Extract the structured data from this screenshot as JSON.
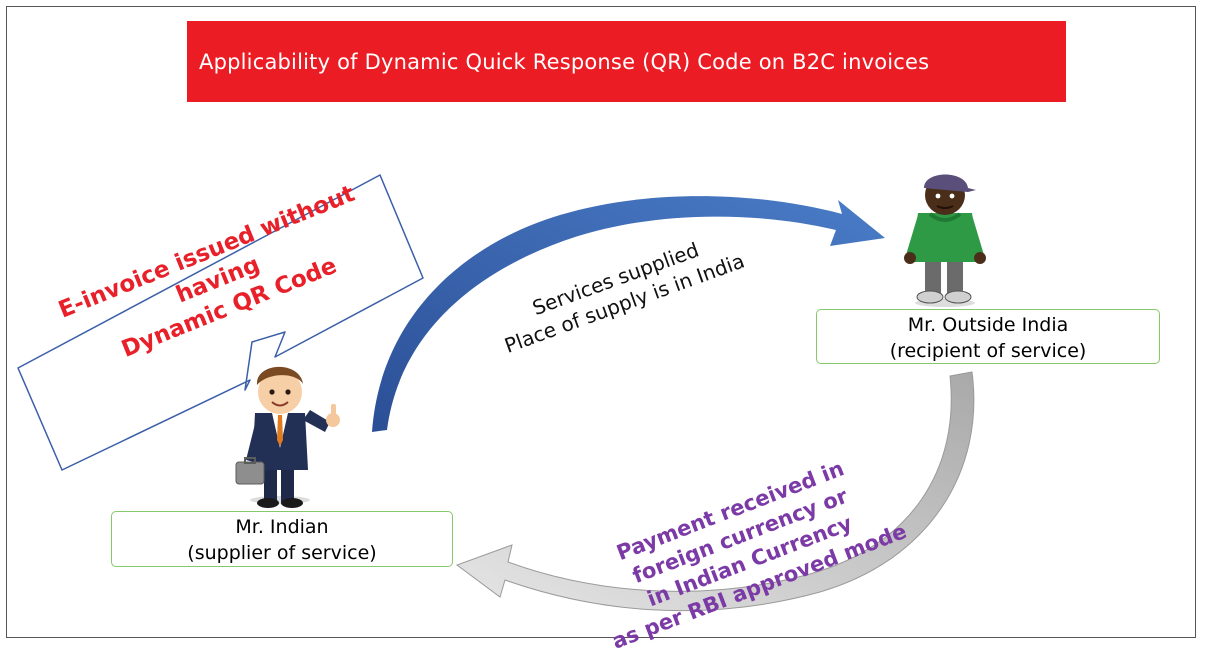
{
  "title": "Applicability of Dynamic Quick Response (QR) Code on B2C invoices",
  "callout": {
    "line1": "E-invoice issued without having",
    "line2": "Dynamic QR Code"
  },
  "top_arrow": {
    "line1": "Services supplied",
    "line2": "Place of supply is in India"
  },
  "bottom_arrow": {
    "line1": "Payment received in",
    "line2": "foreign currency or",
    "line3": "in Indian Currency",
    "line4": "as per RBI approved mode"
  },
  "supplier": {
    "name": "Mr. Indian",
    "role": "(supplier of service)"
  },
  "recipient": {
    "name": "Mr. Outside India",
    "role": "(recipient of service)"
  },
  "colors": {
    "banner": "#ec1c24",
    "callout_text": "#e8202a",
    "callout_border": "#3b5fa8",
    "services_arrow": "#3e69b3",
    "payment_arrow": "#c4c4c4",
    "payment_text": "#7b3aa6",
    "label_border": "#86c96a"
  },
  "icons": [
    "businessman-figure",
    "casual-man-figure"
  ]
}
